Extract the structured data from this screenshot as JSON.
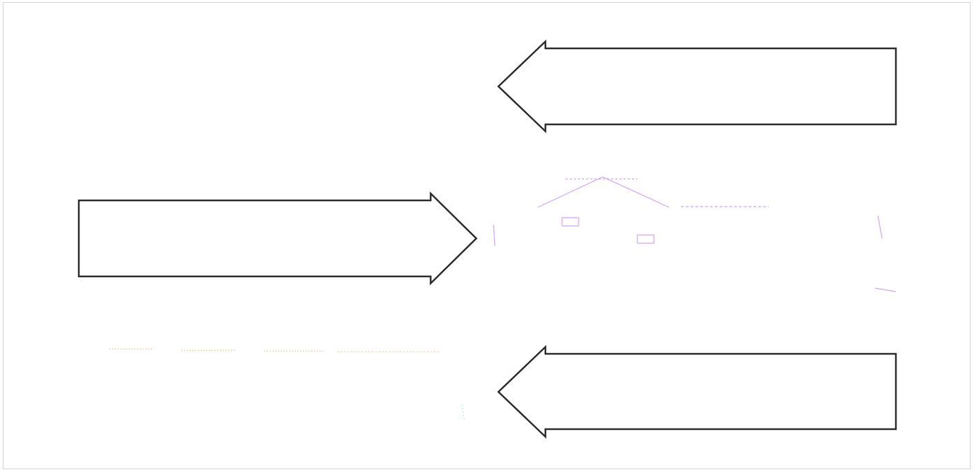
{
  "diagram": {
    "colors": {
      "arrow_stroke": "#2b2b2b",
      "background": "#ffffff",
      "frame_border": "#d4d4d4",
      "sketch_violet": "#a855f7",
      "sketch_orange": "#f0a040",
      "sketch_teal": "#7fd6c8"
    },
    "arrows": [
      {
        "id": "arrow-top-left-pointing",
        "direction": "left"
      },
      {
        "id": "arrow-middle-right-pointing",
        "direction": "right"
      },
      {
        "id": "arrow-bottom-left-pointing",
        "direction": "left"
      }
    ]
  }
}
